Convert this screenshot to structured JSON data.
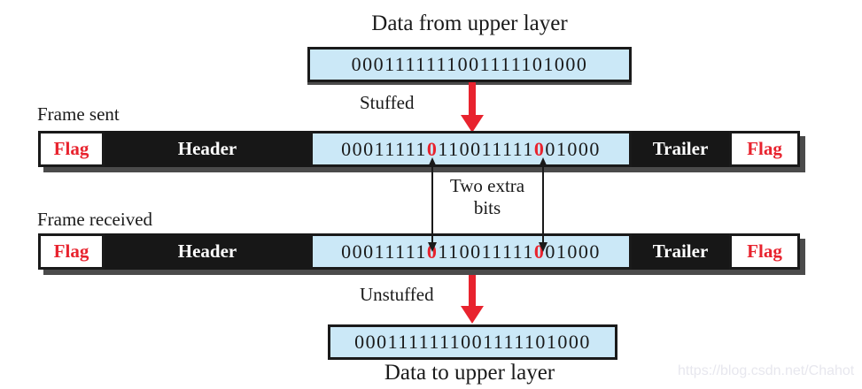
{
  "colors": {
    "payload_blue": "#cbe8f7",
    "frame_black": "#171717",
    "accent_red": "#e8232e",
    "shadow_gray": "#4b4b4b",
    "ink": "#1a1a1a"
  },
  "upper": {
    "title": "Data from upper layer",
    "bits": "0001111111001111101000",
    "arrow_label": "Stuffed"
  },
  "frame_sent": {
    "label": "Frame sent",
    "flag_left": "Flag",
    "header": "Header",
    "payload": {
      "pre": "00011111",
      "stuffed1": "0",
      "mid": "110011111",
      "stuffed2": "0",
      "post": "01000"
    },
    "trailer": "Trailer",
    "flag_right": "Flag"
  },
  "extra_bits_note": {
    "line1": "Two extra",
    "line2": "bits"
  },
  "frame_received": {
    "label": "Frame received",
    "flag_left": "Flag",
    "header": "Header",
    "payload": {
      "pre": "00011111",
      "stuffed1": "0",
      "mid": "110011111",
      "stuffed2": "0",
      "post": "01000"
    },
    "trailer": "Trailer",
    "flag_right": "Flag"
  },
  "lower": {
    "arrow_label": "Unstuffed",
    "bits": "0001111111001111101000",
    "title": "Data to upper layer"
  },
  "watermark": "https://blog.csdn.net/Chahot"
}
